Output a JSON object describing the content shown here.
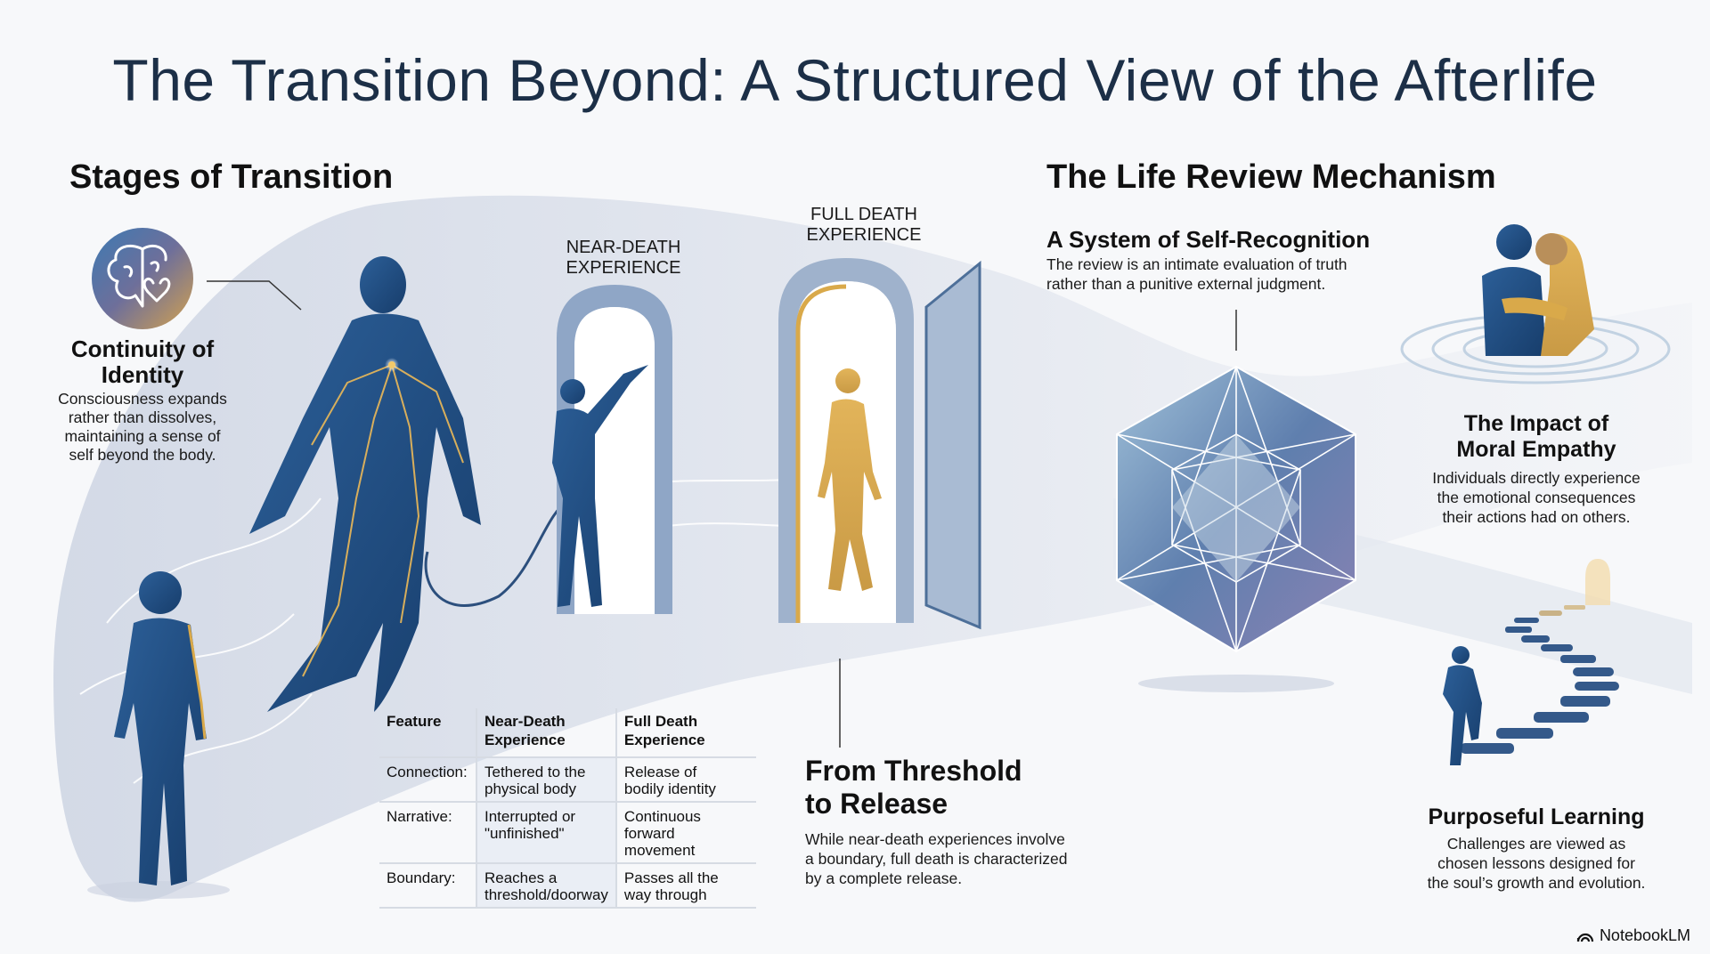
{
  "title": "The Transition Beyond: A Structured View of the Afterlife",
  "left_section": {
    "heading": "Stages of Transition",
    "continuity": {
      "icon": "brain-heart-icon",
      "title_line1": "Continuity of",
      "title_line2": "Identity",
      "body_lines": [
        "Consciousness expands",
        "rather than dissolves,",
        "maintaining a sense of",
        "self beyond the body."
      ]
    },
    "labels": {
      "near_death_line1": "NEAR-DEATH",
      "near_death_line2": "EXPERIENCE",
      "full_death_line1": "FULL DEATH",
      "full_death_line2": "EXPERIENCE"
    },
    "table": {
      "headers": [
        "Feature",
        "Near-Death\nExperience",
        "Full Death\nExperience"
      ],
      "header_lines": [
        [
          "Feature"
        ],
        [
          "Near-Death",
          "Experience"
        ],
        [
          "Full Death",
          "Experience"
        ]
      ],
      "rows": [
        {
          "feature": "Connection:",
          "near": [
            "Tethered to the",
            "physical body"
          ],
          "full": [
            "Release of",
            "bodily identity"
          ]
        },
        {
          "feature": "Narrative:",
          "near": [
            "Interrupted or",
            "\"unfinished\""
          ],
          "full": [
            "Continuous forward",
            "movement"
          ]
        },
        {
          "feature": "Boundary:",
          "near": [
            "Reaches a",
            "threshold/doorway"
          ],
          "full": [
            "Passes all the",
            "way through"
          ]
        }
      ]
    },
    "threshold": {
      "title_line1": "From Threshold",
      "title_line2": "to Release",
      "body_lines": [
        "While near-death experiences involve",
        "a boundary, full death is characterized",
        "by a complete release."
      ]
    }
  },
  "right_section": {
    "heading": "The Life Review Mechanism",
    "self_recognition": {
      "title": "A System of Self-Recognition",
      "body_lines": [
        "The review is an intimate evaluation of truth",
        "rather than a punitive external judgment."
      ]
    },
    "moral_empathy": {
      "title_line1": "The Impact of",
      "title_line2": "Moral Empathy",
      "body_lines": [
        "Individuals directly experience",
        "the emotional consequences",
        "their actions had on others."
      ]
    },
    "purposeful_learning": {
      "title": "Purposeful Learning",
      "body_lines": [
        "Challenges are viewed as",
        "chosen lessons designed for",
        "the soul’s growth and evolution."
      ]
    }
  },
  "branding": {
    "label": "NotebookLM",
    "icon": "notebooklm-logo-icon"
  },
  "colors": {
    "navy": "#1f4a7d",
    "gold": "#d9a94a",
    "title": "#1c2f47",
    "mist": "#dfe4ee"
  }
}
